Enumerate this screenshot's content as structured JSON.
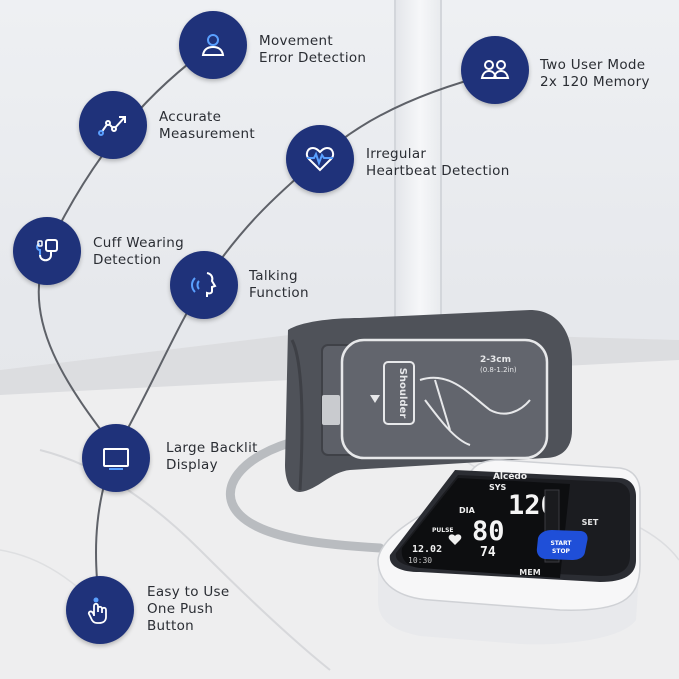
{
  "features": [
    {
      "id": "movement",
      "icon": "person-icon",
      "line1": "Movement",
      "line2": "Error Detection"
    },
    {
      "id": "two-user",
      "icon": "two-users-icon",
      "line1": "Two User Mode",
      "line2": "2x 120 Memory"
    },
    {
      "id": "accurate",
      "icon": "trend-line-icon",
      "line1": "Accurate",
      "line2": "Measurement"
    },
    {
      "id": "irregular",
      "icon": "heart-pulse-icon",
      "line1": "Irregular",
      "line2": "Heartbeat Detection"
    },
    {
      "id": "cuff",
      "icon": "cuff-icon",
      "line1": "Cuff Wearing",
      "line2": "Detection"
    },
    {
      "id": "talking",
      "icon": "talking-head-icon",
      "line1": "Talking",
      "line2": "Function"
    },
    {
      "id": "backlit",
      "icon": "monitor-icon",
      "line1": "Large Backlit",
      "line2": "Display"
    },
    {
      "id": "push",
      "icon": "hand-tap-icon",
      "line1": "Easy to Use",
      "line2": "One Push Button"
    }
  ],
  "colors": {
    "badge": "#1f327a",
    "icon": "#ffffff",
    "arc": "#5e6168"
  },
  "device": {
    "brand": "Alcédo",
    "sys_label": "SYS",
    "dia_label": "DIA",
    "pulse_label": "PULSE",
    "sys_value": "120",
    "dia_value": "80",
    "pulse_value": "74",
    "date_value": "12.02",
    "time_value": "10:30",
    "set_label": "SET",
    "start_label": "START",
    "stop_label": "STOP",
    "mem_label": "MEM",
    "cuff_shoulder": "Shoulder",
    "cuff_size": "2-3cm",
    "cuff_size_in": "(0.8-1.2in)"
  }
}
